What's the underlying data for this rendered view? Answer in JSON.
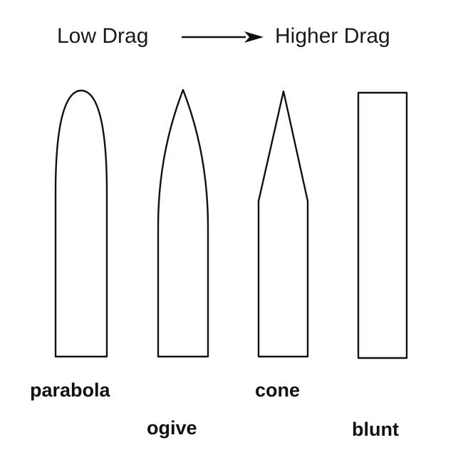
{
  "header": {
    "left_label": "Low Drag",
    "right_label": "Higher Drag"
  },
  "shapes": [
    {
      "label": "parabola"
    },
    {
      "label": "ogive"
    },
    {
      "label": "cone"
    },
    {
      "label": "blunt"
    }
  ]
}
